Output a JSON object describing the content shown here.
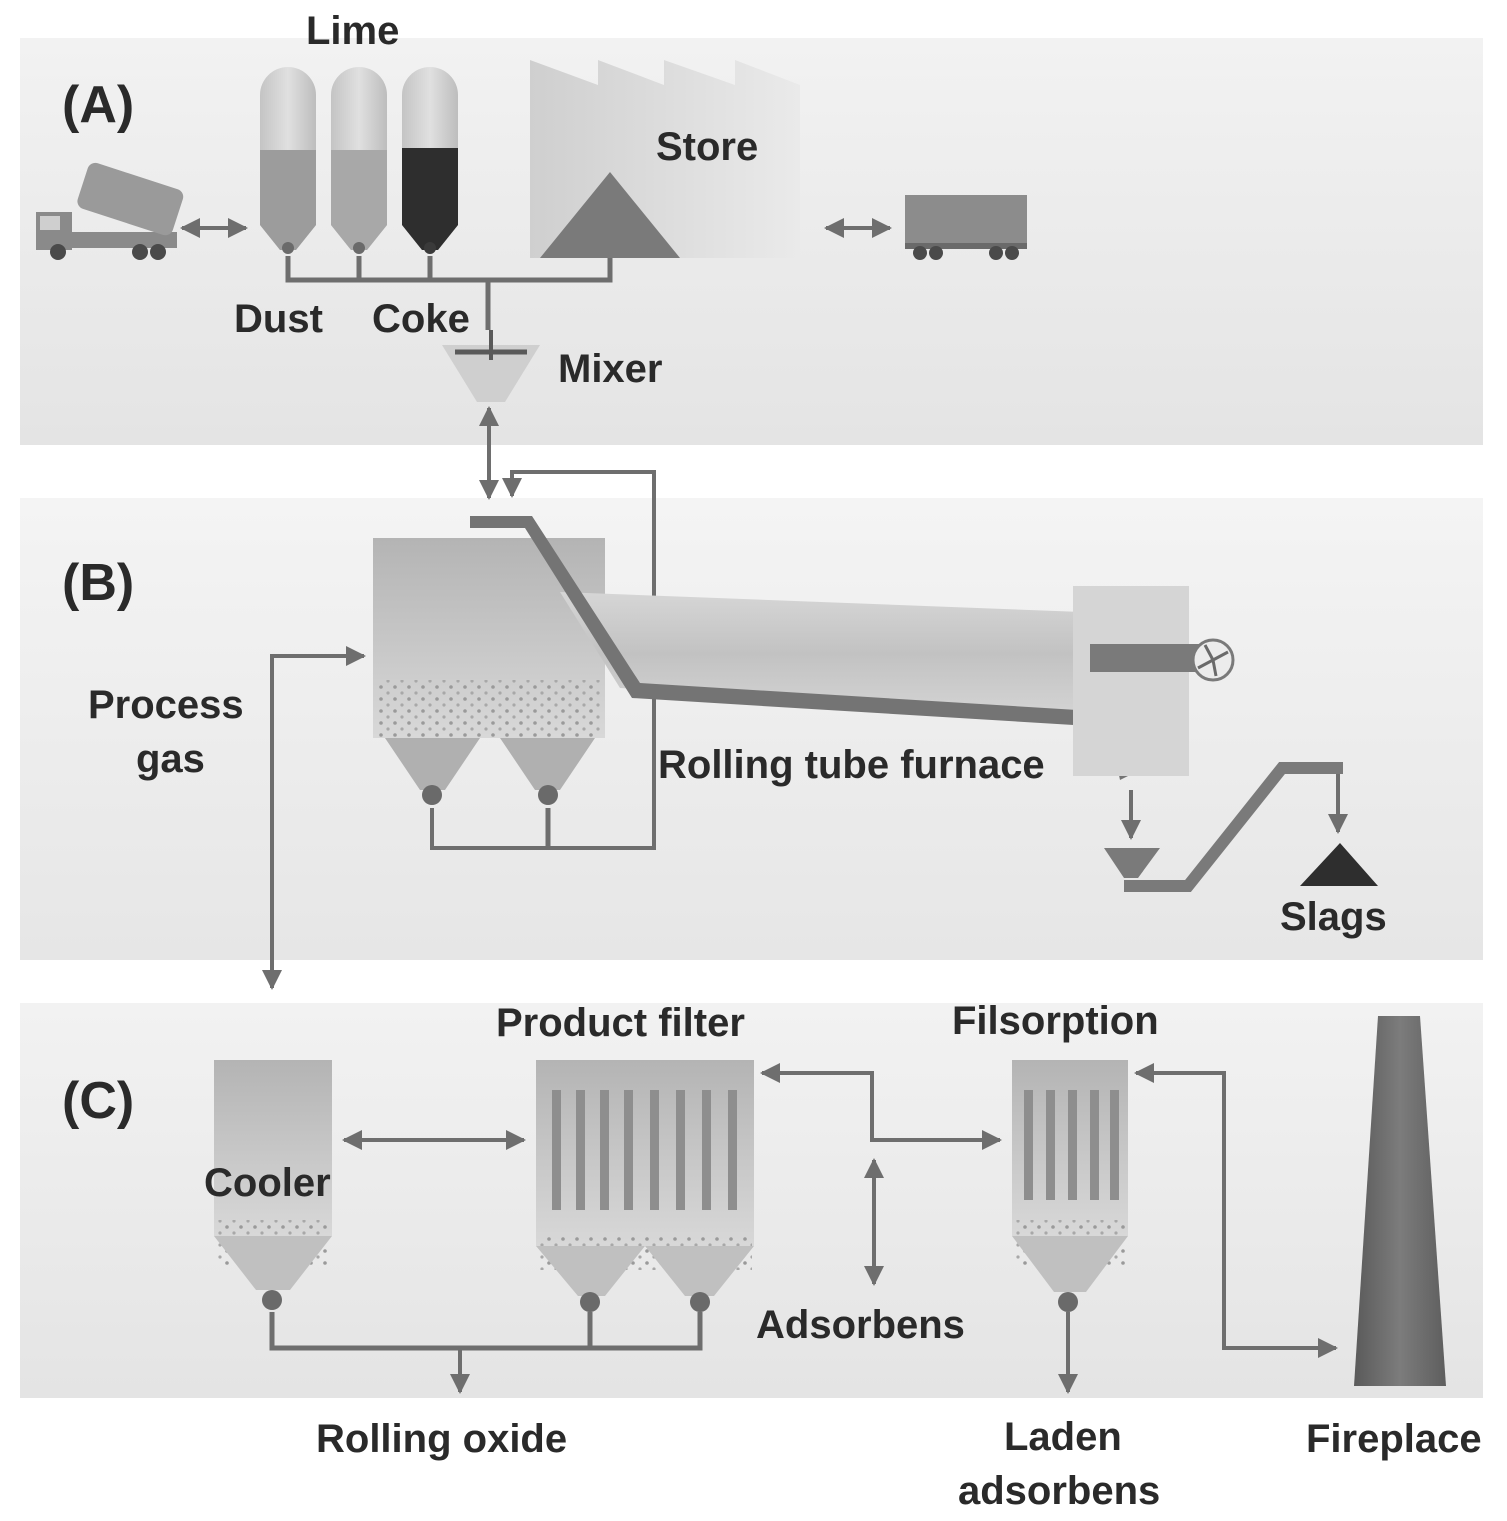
{
  "sections": {
    "a": "(A)",
    "b": "(B)",
    "c": "(C)"
  },
  "labels": {
    "lime": "Lime",
    "dust": "Dust",
    "coke": "Coke",
    "store": "Store",
    "mixer": "Mixer",
    "process_gas_1": "Process",
    "process_gas_2": "gas",
    "rolling_tube_furnace": "Rolling tube furnace",
    "slags": "Slags",
    "cooler": "Cooler",
    "product_filter": "Product filter",
    "filsorption": "Filsorption",
    "adsorbens": "Adsorbens",
    "rolling_oxide": "Rolling oxide",
    "laden_adsorbens_1": "Laden",
    "laden_adsorbens_2": "adsorbens",
    "fireplace": "Fireplace"
  },
  "colors": {
    "band": "#e9e9e9",
    "equipment": "#b9b9b9",
    "dark_equipment": "#6f6f6f",
    "coke_fill": "#2e2e2e",
    "pipe": "#6e6e6e"
  }
}
